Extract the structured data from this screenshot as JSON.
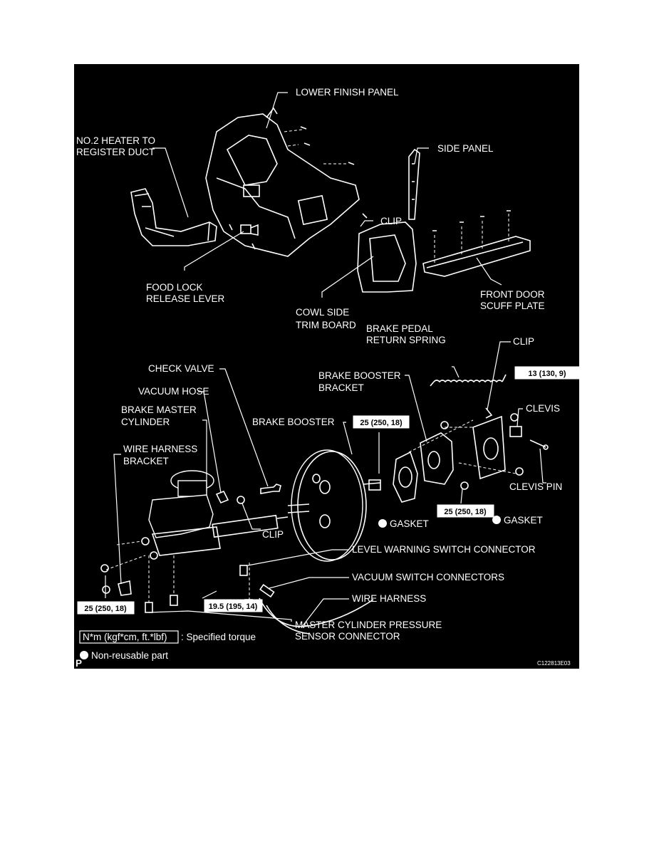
{
  "labels": {
    "lower_finish_panel": "LOWER FINISH PANEL",
    "heater_duct_1": "NO.2 HEATER TO",
    "heater_duct_2": "REGISTER DUCT",
    "side_panel": "SIDE PANEL",
    "clip_top": "CLIP",
    "hood_lock_1": "FOOD LOCK",
    "hood_lock_2": "RELEASE LEVER",
    "cowl_side_1": "COWL SIDE",
    "cowl_side_2": "TRIM BOARD",
    "scuff_1": "FRONT DOOR",
    "scuff_2": "SCUFF PLATE",
    "return_spring_1": "BRAKE PEDAL",
    "return_spring_2": "RETURN SPRING",
    "clip_right": "CLIP",
    "check_valve": "CHECK VALVE",
    "vacuum_hose": "VACUUM HOSE",
    "booster_bracket_1": "BRAKE BOOSTER",
    "booster_bracket_2": "BRACKET",
    "master_cyl_1": "BRAKE MASTER",
    "master_cyl_2": "CYLINDER",
    "brake_booster": "BRAKE BOOSTER",
    "clevis": "CLEVIS",
    "wire_bracket_1": "WIRE HARNESS",
    "wire_bracket_2": "BRACKET",
    "clevis_pin": "CLEVIS PIN",
    "gasket_1": "GASKET",
    "gasket_2": "GASKET",
    "clip_bottom": "CLIP",
    "level_switch": "LEVEL WARNING SWITCH CONNECTOR",
    "vacuum_switch": "VACUUM SWITCH CONNECTORS",
    "wire_harness": "WIRE HARNESS",
    "pressure_sensor_1": "MASTER CYLINDER PRESSURE",
    "pressure_sensor_2": "SENSOR CONNECTOR"
  },
  "torques": {
    "t_clevis": "13 (130, 9)",
    "t_booster_top": "25 (250, 18)",
    "t_booster_bottom": "25 (250, 18)",
    "t_master_left": "25 (250, 18)",
    "t_pipe": "19.5 (195, 14)"
  },
  "legend": {
    "unit": "N*m (kgf*cm, ft.*lbf)",
    "unit_desc": ": Specified torque",
    "nonreusable": "Non-reusable part"
  },
  "corner_mark": "P",
  "figure_code": "C122813E03",
  "colors": {
    "background": "#000000",
    "line": "#ffffff"
  }
}
